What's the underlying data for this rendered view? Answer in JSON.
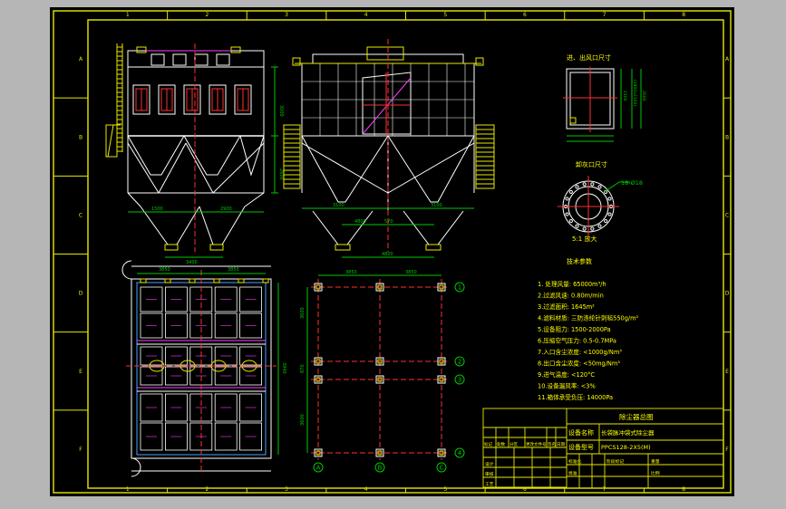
{
  "colors": {
    "background": "#000000",
    "frame": "#e8e800",
    "structure": "#ffffff",
    "dimension": "#00c800",
    "centerline": "#ff3030",
    "accent": "#ff40ff",
    "text": "#ffff00",
    "blue": "#4aa0ff"
  },
  "border_markers": {
    "columns": [
      "1",
      "2",
      "3",
      "4",
      "5",
      "6",
      "7",
      "8"
    ],
    "rows": [
      "A",
      "B",
      "C",
      "D",
      "E",
      "F"
    ]
  },
  "front_view": {
    "dims": [
      "3000",
      "2600",
      "1500",
      "2900",
      "3400"
    ]
  },
  "side_view": {
    "dims": [
      "3100",
      "4800",
      "3100",
      "570",
      "4800"
    ]
  },
  "inlet_detail": {
    "title": "进、出风口尺寸",
    "dims": [
      "2100",
      "(1800x2100)",
      "2600"
    ]
  },
  "discharge_detail": {
    "title": "卸灰口尺寸",
    "note": "18-Ø18",
    "scale": "5:1 放大"
  },
  "plan_view": {
    "dims": [
      "3850",
      "3850",
      "3940"
    ]
  },
  "foundation_view": {
    "top_dims": [
      "3850",
      "3850"
    ],
    "side_dims": [
      "3600",
      "870",
      "3600"
    ],
    "row_labels": [
      "1",
      "2",
      "3",
      "4"
    ],
    "col_labels": [
      "A",
      "B",
      "C"
    ]
  },
  "tech_params": {
    "title": "技术参数",
    "items": [
      "1. 处理风量:  65000m³/h",
      "2.过滤风速:  0.80m/min",
      "3.过滤面积:  1645m²",
      "4.滤料材质:  三防涤纶针刺毡550g/m²",
      "5.设备阻力:  1500-2000Pa",
      "6.压缩空气压力:  0.5-0.7MPa",
      "7.入口含尘浓度:  <1000g/Nm³",
      "8.出口含尘浓度:  <50mg/Nm³",
      "9.进气温度:  <120°C",
      "10.设备漏风率:  <3%",
      "11.箱体承受负压:  14000Pa"
    ]
  },
  "title_block": {
    "drawing_title": "除尘器总图",
    "name_label": "设备名称",
    "name_value": "长袋脉冲袋式除尘器",
    "model_label": "设备型号",
    "model_value": "PPCS128-2X5(M)",
    "left_cells": [
      "标记",
      "处数",
      "分区",
      "更改文件号",
      "签名",
      "日期"
    ],
    "role_cells": [
      "设计",
      "审核",
      "工艺"
    ],
    "right_cells": [
      "标准化",
      "批准",
      "阶段标记",
      "重量",
      "比例"
    ]
  }
}
